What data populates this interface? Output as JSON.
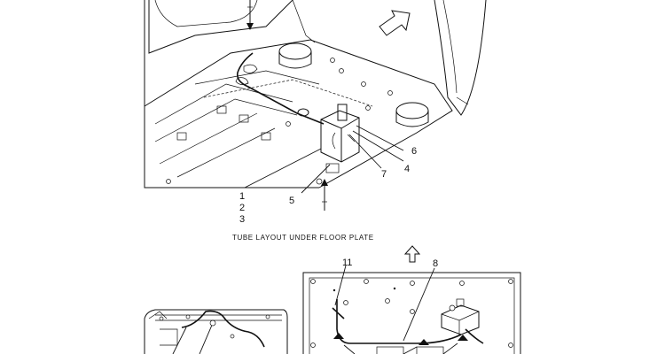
{
  "caption": "TUBE LAYOUT UNDER FLOOR PLATE",
  "callouts": {
    "c1": "1",
    "c2": "2",
    "c3": "3",
    "c4": "4",
    "c5": "5",
    "c6": "6",
    "c7": "7",
    "c8": "8",
    "c11": "11"
  }
}
